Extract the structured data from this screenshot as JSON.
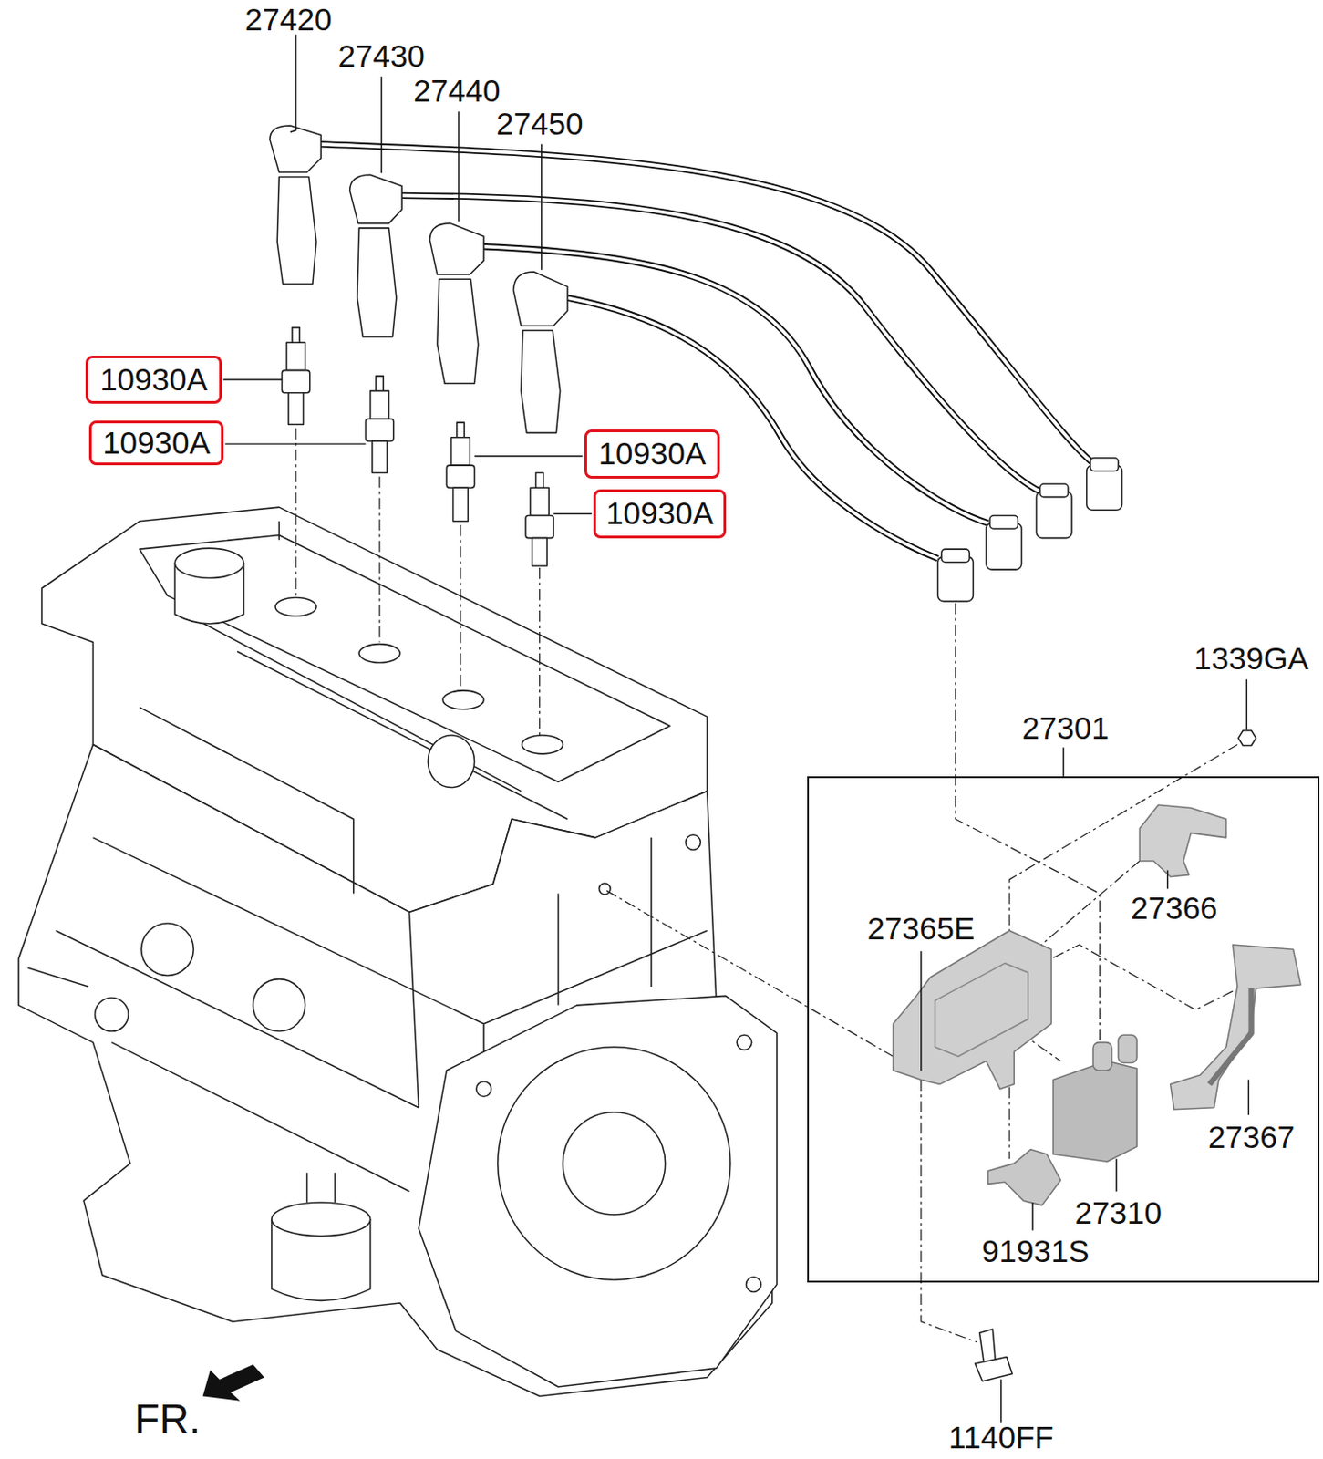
{
  "diagram": {
    "nodes": [
      {
        "text": [
          "10930A"
        ]
      },
      {
        "text": [
          "10930A"
        ]
      },
      {
        "text": [
          "10930A"
        ]
      },
      {
        "text": [
          "10930A"
        ]
      },
      {
        "text": [
          "27301"
        ]
      }
    ],
    "labels": [
      "27420",
      "27430",
      "27440",
      "27450",
      "1339GA",
      "27366",
      "27365E",
      "27367",
      "27310",
      "91931S",
      "1140FF",
      "FR."
    ]
  }
}
